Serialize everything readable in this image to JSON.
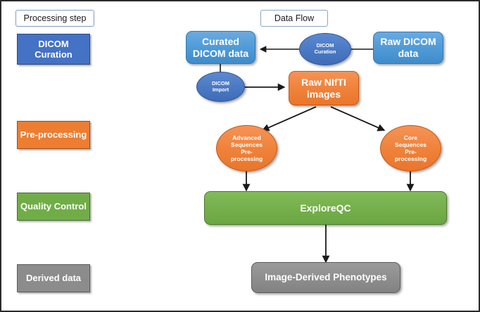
{
  "diagram": {
    "legend": {
      "header_label": "Processing step",
      "items": [
        {
          "label": "DICOM\nCuration",
          "color": "#4472c4"
        },
        {
          "label": "Pre-processing",
          "color": "#ed7d31"
        },
        {
          "label": "Quality Control",
          "color": "#70ad47"
        },
        {
          "label": "Derived data",
          "color": "#8c8c8c"
        }
      ]
    },
    "flow": {
      "header_label": "Data Flow",
      "nodes": [
        {
          "id": "raw-dicom-data",
          "label": "Raw DICOM\ndata",
          "shape": "rounded-rect",
          "color": "#5b9bd5"
        },
        {
          "id": "dicom-curation",
          "label": "DICOM\nCuration",
          "shape": "ellipse",
          "color": "#4472c4"
        },
        {
          "id": "curated-dicom-data",
          "label": "Curated\nDICOM data",
          "shape": "rounded-rect",
          "color": "#5b9bd5"
        },
        {
          "id": "dicom-import",
          "label": "DICOM\nImport",
          "shape": "ellipse",
          "color": "#4472c4"
        },
        {
          "id": "raw-nifti-images",
          "label": "Raw NIfTI\nimages",
          "shape": "rounded-rect",
          "color": "#ed7d31"
        },
        {
          "id": "advanced-sequences-preprocessing",
          "label": "Advanced\nSequences\nPre-\nprocessing",
          "shape": "ellipse",
          "color": "#ed7d31"
        },
        {
          "id": "core-sequences-preprocessing",
          "label": "Core\nSequences\nPre-\nprocessing",
          "shape": "ellipse",
          "color": "#ed7d31"
        },
        {
          "id": "exploreqc",
          "label": "ExploreQC",
          "shape": "rounded-rect",
          "color": "#70ad47"
        },
        {
          "id": "image-derived-phenotypes",
          "label": "Image-Derived Phenotypes",
          "shape": "rounded-rect",
          "color": "#8c8c8c"
        }
      ]
    },
    "colors": {
      "curation_blue": "#4472c4",
      "data_blue": "#5b9bd5",
      "preprocessing_orange": "#ed7d31",
      "quality_green": "#70ad47",
      "derived_grey": "#8c8c8c",
      "border": "#2b2b2b",
      "connector": "#1a1a1a"
    }
  }
}
